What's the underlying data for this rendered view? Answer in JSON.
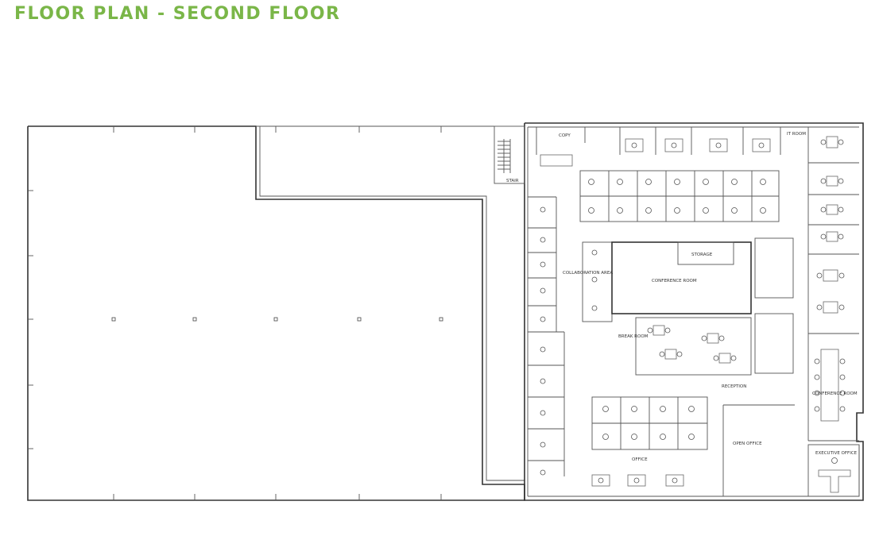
{
  "title": "FLOOR PLAN - SECOND FLOOR",
  "colors": {
    "title": "#7ab648",
    "walls": "#333333",
    "background": "#ffffff"
  },
  "room_labels": {
    "lobby": "RECEPTION",
    "conference": "CONFERENCE ROOM",
    "collab": "COLLABORATION AREA",
    "storage": "STORAGE",
    "office": "OFFICE",
    "open_office": "OPEN OFFICE",
    "exec_office": "EXECUTIVE OFFICE",
    "conf_room_right": "CONFERENCE ROOM",
    "it_room": "IT ROOM",
    "copy": "COPY",
    "break_room": "BREAK ROOM",
    "stair": "STAIR"
  }
}
